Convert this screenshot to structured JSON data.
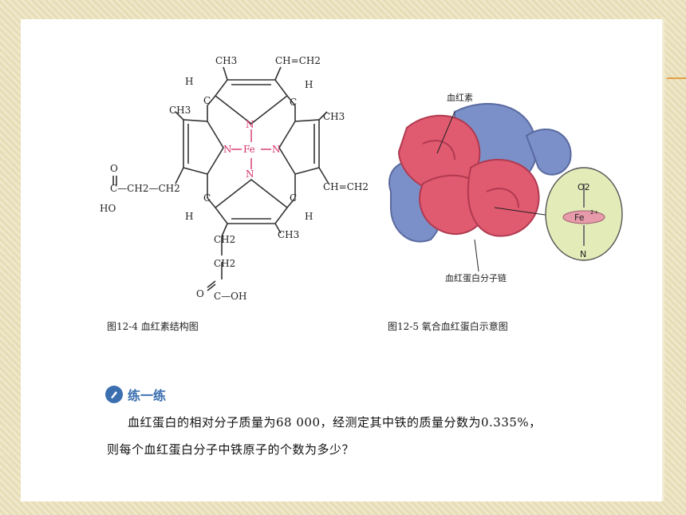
{
  "heme": {
    "atoms": {
      "n_top": "N",
      "n_left": "N",
      "fe": "Fe",
      "n_right": "N",
      "n_bottom": "N",
      "ch3_top": "CH3",
      "ch_ch2_top": "CH=CH2",
      "h_top_left": "H",
      "h_top_right": "H",
      "ch3_left": "CH3",
      "ch3_right": "CH3",
      "ch_ch2_right": "CH=CH2",
      "cooh_o": "O",
      "cooh_chain": "C—CH2—CH2",
      "cooh_ho": "HO",
      "h_bot_left": "H",
      "h_bot_right": "H",
      "ch3_bottom": "CH3",
      "ch2_a": "CH2",
      "ch2_b": "CH2",
      "cooh_bottom": "C—OH",
      "cooh_bottom_o": "O",
      "c_tl": "C",
      "c_tr": "C",
      "c_bl": "C",
      "c_br": "C"
    },
    "caption": "图12-4 血红素结构图"
  },
  "hemoglobin": {
    "label_heme": "血红素",
    "label_chain": "血红蛋白分子链",
    "inset_o2": "O2",
    "inset_fe": "Fe",
    "inset_charge": "2+",
    "inset_n": "N",
    "caption": "图12-5 氧合血红蛋白示意图"
  },
  "practice": {
    "title": "练一练",
    "line1": "血红蛋白的相对分子质量为68 000，经测定其中铁的质量分数为0.335%，",
    "line2": "则每个血红蛋白分子中铁原子的个数为多少？"
  },
  "colors": {
    "accent": "#e2a04a",
    "n_color": "#d6336c",
    "red_chain": "#e05a70",
    "blue_chain": "#7b90c8",
    "inset_bg": "#e3ecb8"
  }
}
